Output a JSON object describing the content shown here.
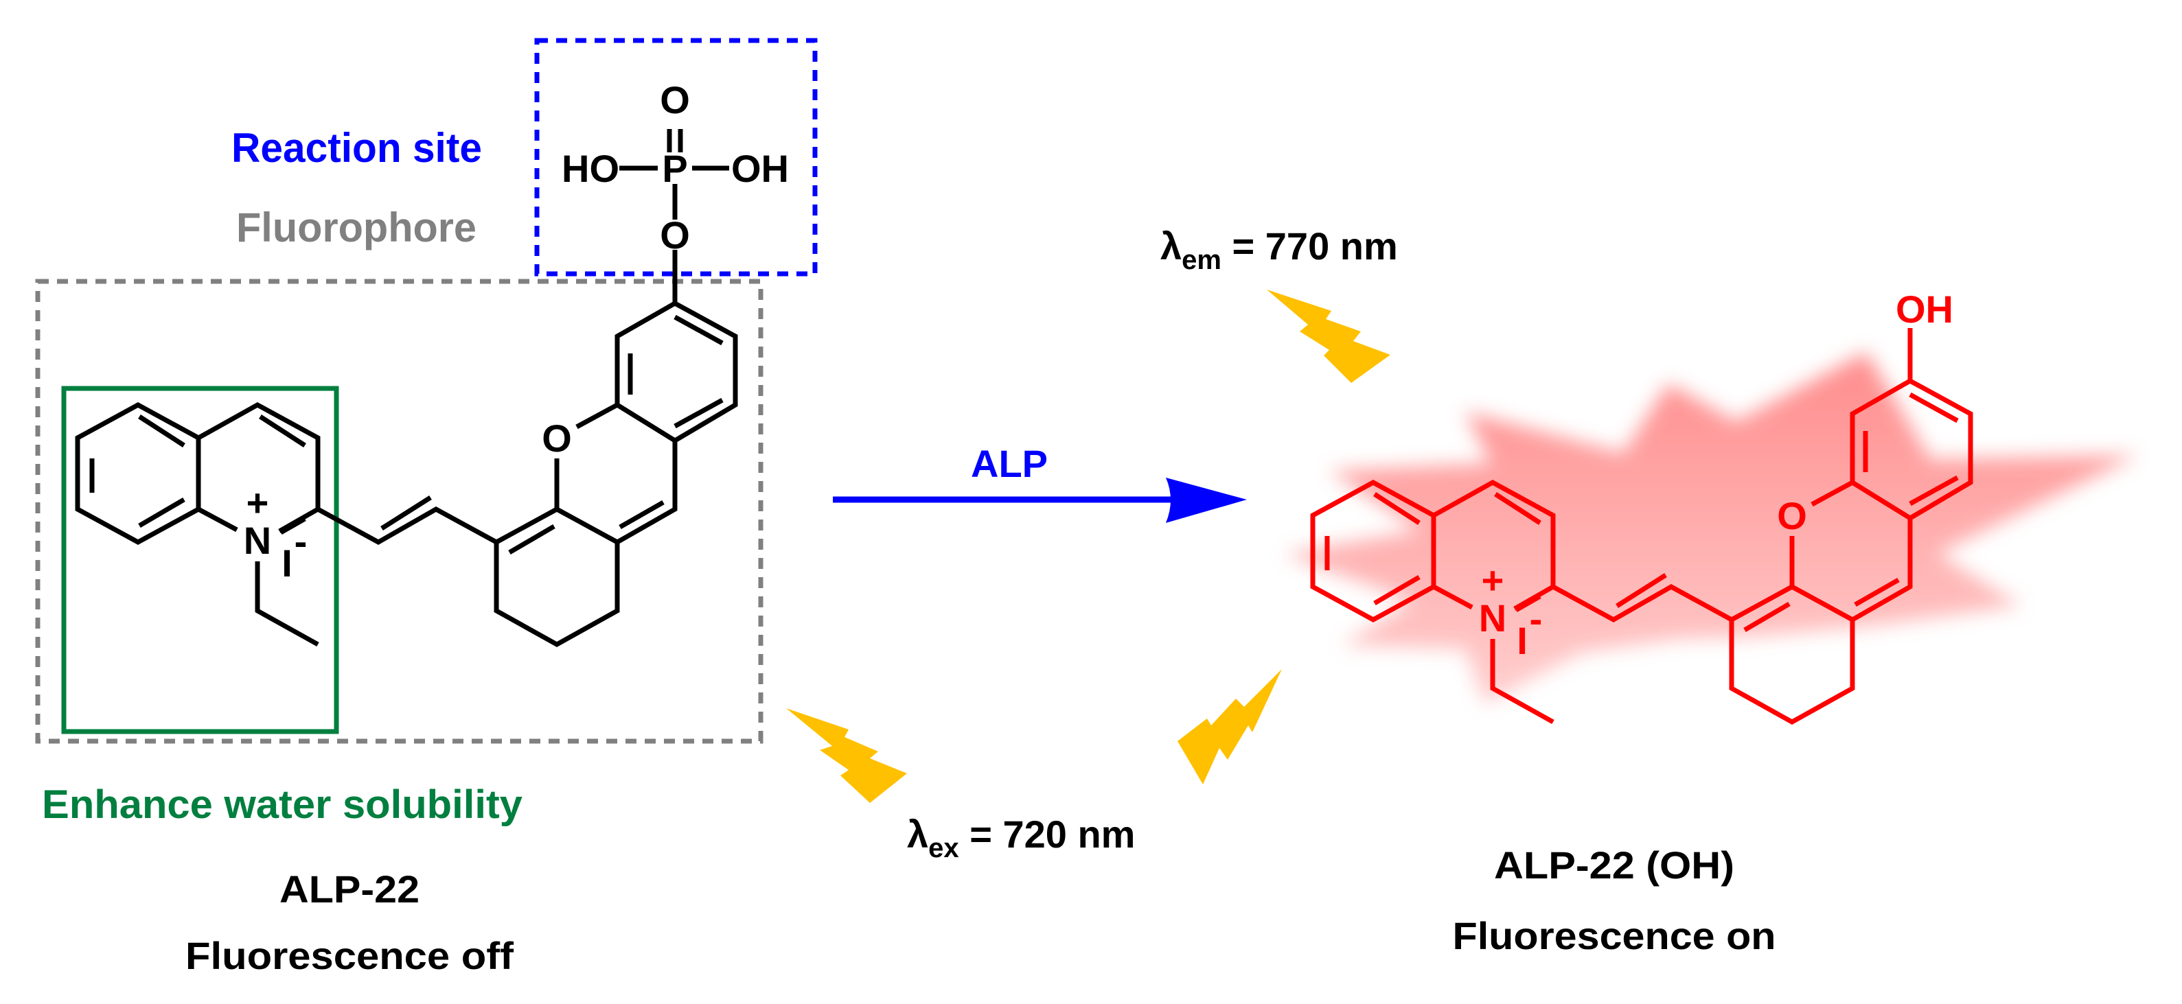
{
  "colors": {
    "reaction_site": "#0000ff",
    "fluorophore": "#808080",
    "solubility": "#007f3f",
    "product": "#ff0000",
    "light": "#ffc000",
    "glow": "#ff8c8c"
  },
  "annotations": {
    "reaction_site": "Reaction site",
    "fluorophore": "Fluorophore",
    "solubility": "Enhance water solubility"
  },
  "reactant": {
    "name": "ALP-22",
    "state": "Fluorescence off"
  },
  "product": {
    "name": "ALP-22 (OH)",
    "state": "Fluorescence on"
  },
  "reaction": {
    "enzyme": "ALP"
  },
  "excitation": {
    "symbol": "λ",
    "sub": "ex",
    "value": " = 720 nm"
  },
  "emission": {
    "symbol": "λ",
    "sub": "em",
    "value": " = 770 nm"
  },
  "atoms": {
    "N": "N",
    "plus": "+",
    "iodide": "I",
    "minus": "-",
    "O": "O",
    "P": "P",
    "O_double": "O",
    "O_ester": "O",
    "HO": "HO",
    "OH": "OH",
    "OH_product": "OH"
  }
}
